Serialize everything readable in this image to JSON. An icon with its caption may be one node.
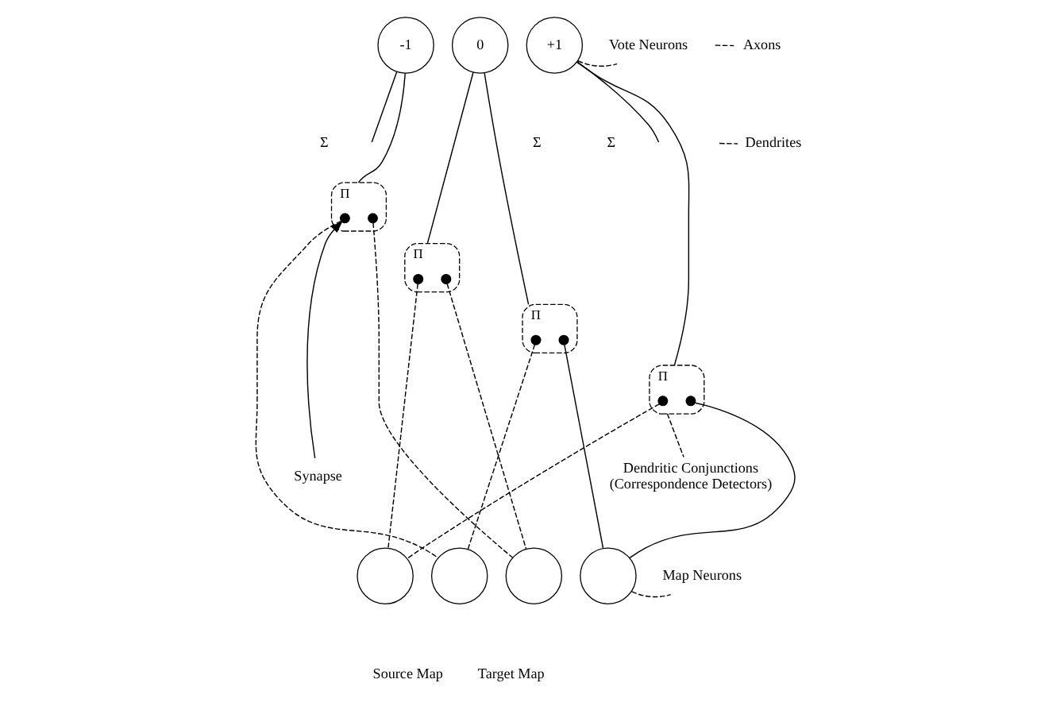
{
  "diagram": {
    "nodes": [
      {
        "text": [
          "-1"
        ]
      },
      {
        "text": [
          "0"
        ]
      },
      {
        "text": [
          "+1"
        ]
      },
      {
        "text": [
          "Π"
        ]
      },
      {
        "text": [],
        "shape": "circle",
        "in": 3
      },
      {
        "text": [],
        "shape": "circle",
        "in": 3
      },
      {
        "text": [
          "Π"
        ]
      },
      {
        "text": [],
        "shape": "circle",
        "in": 6
      },
      {
        "text": [],
        "shape": "circle",
        "in": 6
      },
      {
        "text": [
          "Π"
        ]
      },
      {
        "text": [],
        "shape": "circle",
        "in": 9
      },
      {
        "text": [],
        "shape": "circle",
        "in": 9
      },
      {
        "text": [
          "Π"
        ]
      },
      {
        "text": [],
        "shape": "circle",
        "in": 12
      },
      {
        "text": [],
        "shape": "circle",
        "in": 12
      },
      {
        "text": [],
        "shape": "circle"
      },
      {
        "text": [],
        "shape": "circle"
      },
      {
        "text": [],
        "shape": "circle"
      },
      {
        "text": [],
        "shape": "circle"
      },
      {
        "text": [
          "Synapse"
        ]
      },
      {
        "text": [
          "Vote Neurons"
        ]
      },
      {
        "text": [
          "Dendrites"
        ]
      },
      {
        "text": [
          "Dendritic Conjunctions",
          "(Correspondence Detectors)"
        ]
      },
      {
        "text": [
          "Axons"
        ]
      },
      {
        "text": [
          "Map Neurons"
        ]
      }
    ],
    "edges": [
      {
        "from": 0,
        "to": null,
        "arrow": "none"
      },
      {
        "from": 0,
        "to": 3,
        "arrow": "none"
      },
      {
        "from": 1,
        "to": 6,
        "arrow": "none"
      },
      {
        "from": 1,
        "to": 9,
        "arrow": "none"
      },
      {
        "from": 2,
        "to": null,
        "arrow": "none"
      },
      {
        "from": 2,
        "to": 12,
        "arrow": "none"
      },
      {
        "from": 15,
        "to": 7,
        "arrow": "none",
        "style": "dashed"
      },
      {
        "from": 15,
        "to": 13,
        "arrow": "none",
        "style": "dashed"
      },
      {
        "from": 16,
        "to": 4,
        "arrow": "none",
        "style": "dashed"
      },
      {
        "from": 16,
        "to": 10,
        "arrow": "none",
        "style": "dashed"
      },
      {
        "from": 17,
        "to": 5,
        "arrow": "none",
        "style": "dashed"
      },
      {
        "from": 17,
        "to": 8,
        "arrow": "none",
        "style": "dashed"
      },
      {
        "from": 18,
        "to": 11,
        "arrow": "none"
      },
      {
        "from": 18,
        "to": 14,
        "arrow": "none"
      },
      {
        "from": 19,
        "to": 4,
        "arrow": "to"
      },
      {
        "from": 20,
        "to": 2,
        "arrow": "none",
        "style": "dashed"
      },
      {
        "from": 21,
        "to": null,
        "arrow": "none",
        "style": "dashed"
      },
      {
        "from": 22,
        "to": 12,
        "arrow": "none",
        "style": "dashed"
      },
      {
        "from": 23,
        "to": null,
        "arrow": "none",
        "style": "dashed"
      },
      {
        "from": 24,
        "to": 18,
        "arrow": "none",
        "style": "dashed"
      }
    ],
    "labels": [
      "Σ",
      "Σ",
      "Σ",
      "Source Map",
      "Target Map"
    ]
  }
}
